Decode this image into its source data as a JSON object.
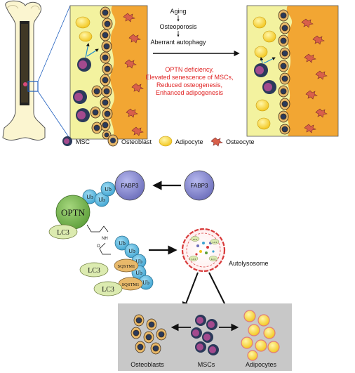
{
  "top_panel": {
    "process_lines": [
      "Aging",
      "Osteoporosis",
      "Aberrant autophagy"
    ],
    "outcome_lines": [
      "OPTN deficiency,",
      "Elevated senescence of MSCs,",
      "Reduced osteogenesis,",
      "Enhanced adipogenesis"
    ]
  },
  "legend": {
    "msc": "MSC",
    "osteoblast": "Osteoblast",
    "adipocyte": "Adipocyte",
    "osteocyte": "Osteocyte"
  },
  "mechanism": {
    "fabp3_free": "FABP3",
    "fabp3_bound": "FABP3",
    "ub": "Ub",
    "optn": "OPTN",
    "lc3": "LC3",
    "sqstm1": "SQSTM1",
    "nh": "NH",
    "o": "O",
    "autolysosome": "Autolysosome",
    "lc3_small": "LC3"
  },
  "bottom_panel": {
    "osteoblasts": "Osteoblasts",
    "mscs": "MSCs",
    "adipocytes": "Adipocytes"
  },
  "colors": {
    "bone_fill": "#fbf5d0",
    "marrow_fill": "#f3f29f",
    "bone_matrix": "#f2a633",
    "msc_outer": "#2b3a5a",
    "msc_inner": "#a34a8e",
    "adipocyte": "#f4d22c",
    "ub_blue": "#5fb9e0",
    "optn_green": "#76b852",
    "lc3_green": "#dcebb0",
    "fabp3_purple": "#8a8cd0",
    "gray_panel": "#c8c8c8",
    "red_text": "#e02424"
  }
}
